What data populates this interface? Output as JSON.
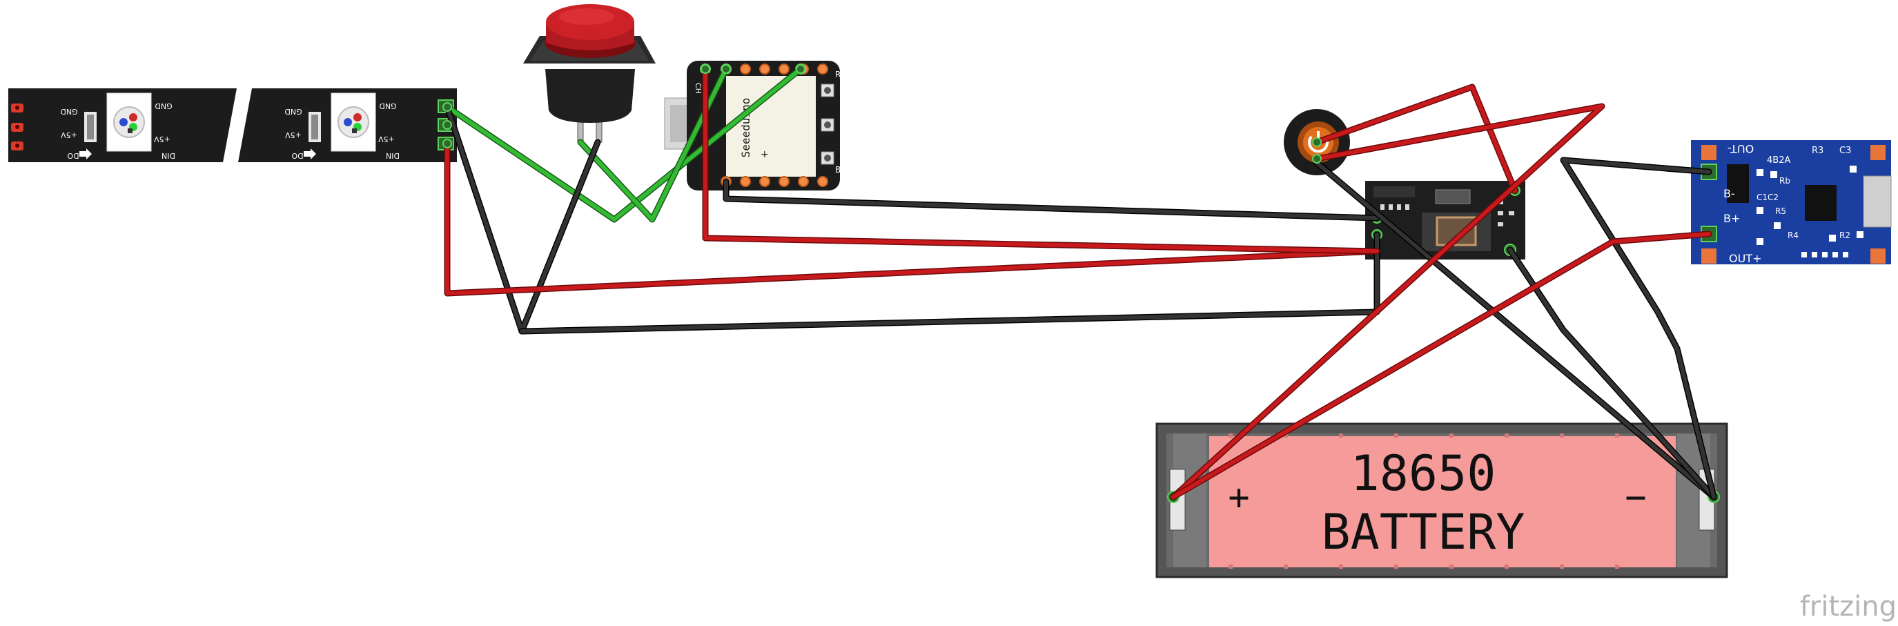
{
  "diagram": {
    "led_strip": {
      "labels_segment1": {
        "gnd_left": "GND",
        "v5_left": "+5V",
        "do": "DO",
        "gnd_right": "GND",
        "v5_right": "+5V",
        "din": "DIN"
      },
      "labels_segment2": {
        "gnd_left": "GND",
        "v5_left": "+5V",
        "do": "DO",
        "gnd_right": "GND",
        "v5_right": "+5V",
        "din": "DIN"
      }
    },
    "microcontroller": {
      "brand": "Seeeduino",
      "pin_labels": {
        "r": "R",
        "b": "B",
        "ch": "CH",
        "plus": "+"
      }
    },
    "charger_module": {
      "labels": {
        "out_minus": "OUT-",
        "b_minus": "B-",
        "b_plus": "B+",
        "out_plus": "OUT+",
        "r3": "R3",
        "c3": "C3",
        "r2": "R2",
        "r5": "R5",
        "r4": "R4",
        "ic_code": "4B2A",
        "c1": "C1C2",
        "rb": "Rb"
      }
    },
    "battery": {
      "line1": "18650",
      "line2": "BATTERY",
      "plus": "+",
      "minus": "−"
    },
    "watermark": "fritzing",
    "colors": {
      "wire_red": "#c8191c",
      "wire_black": "#2a2a2a",
      "wire_green": "#33bb33",
      "battery_fill": "#f59c9a",
      "pcb_blue": "#1b3fa0",
      "strip_black": "#1c1c1c",
      "button_red": "#cc2127"
    }
  }
}
